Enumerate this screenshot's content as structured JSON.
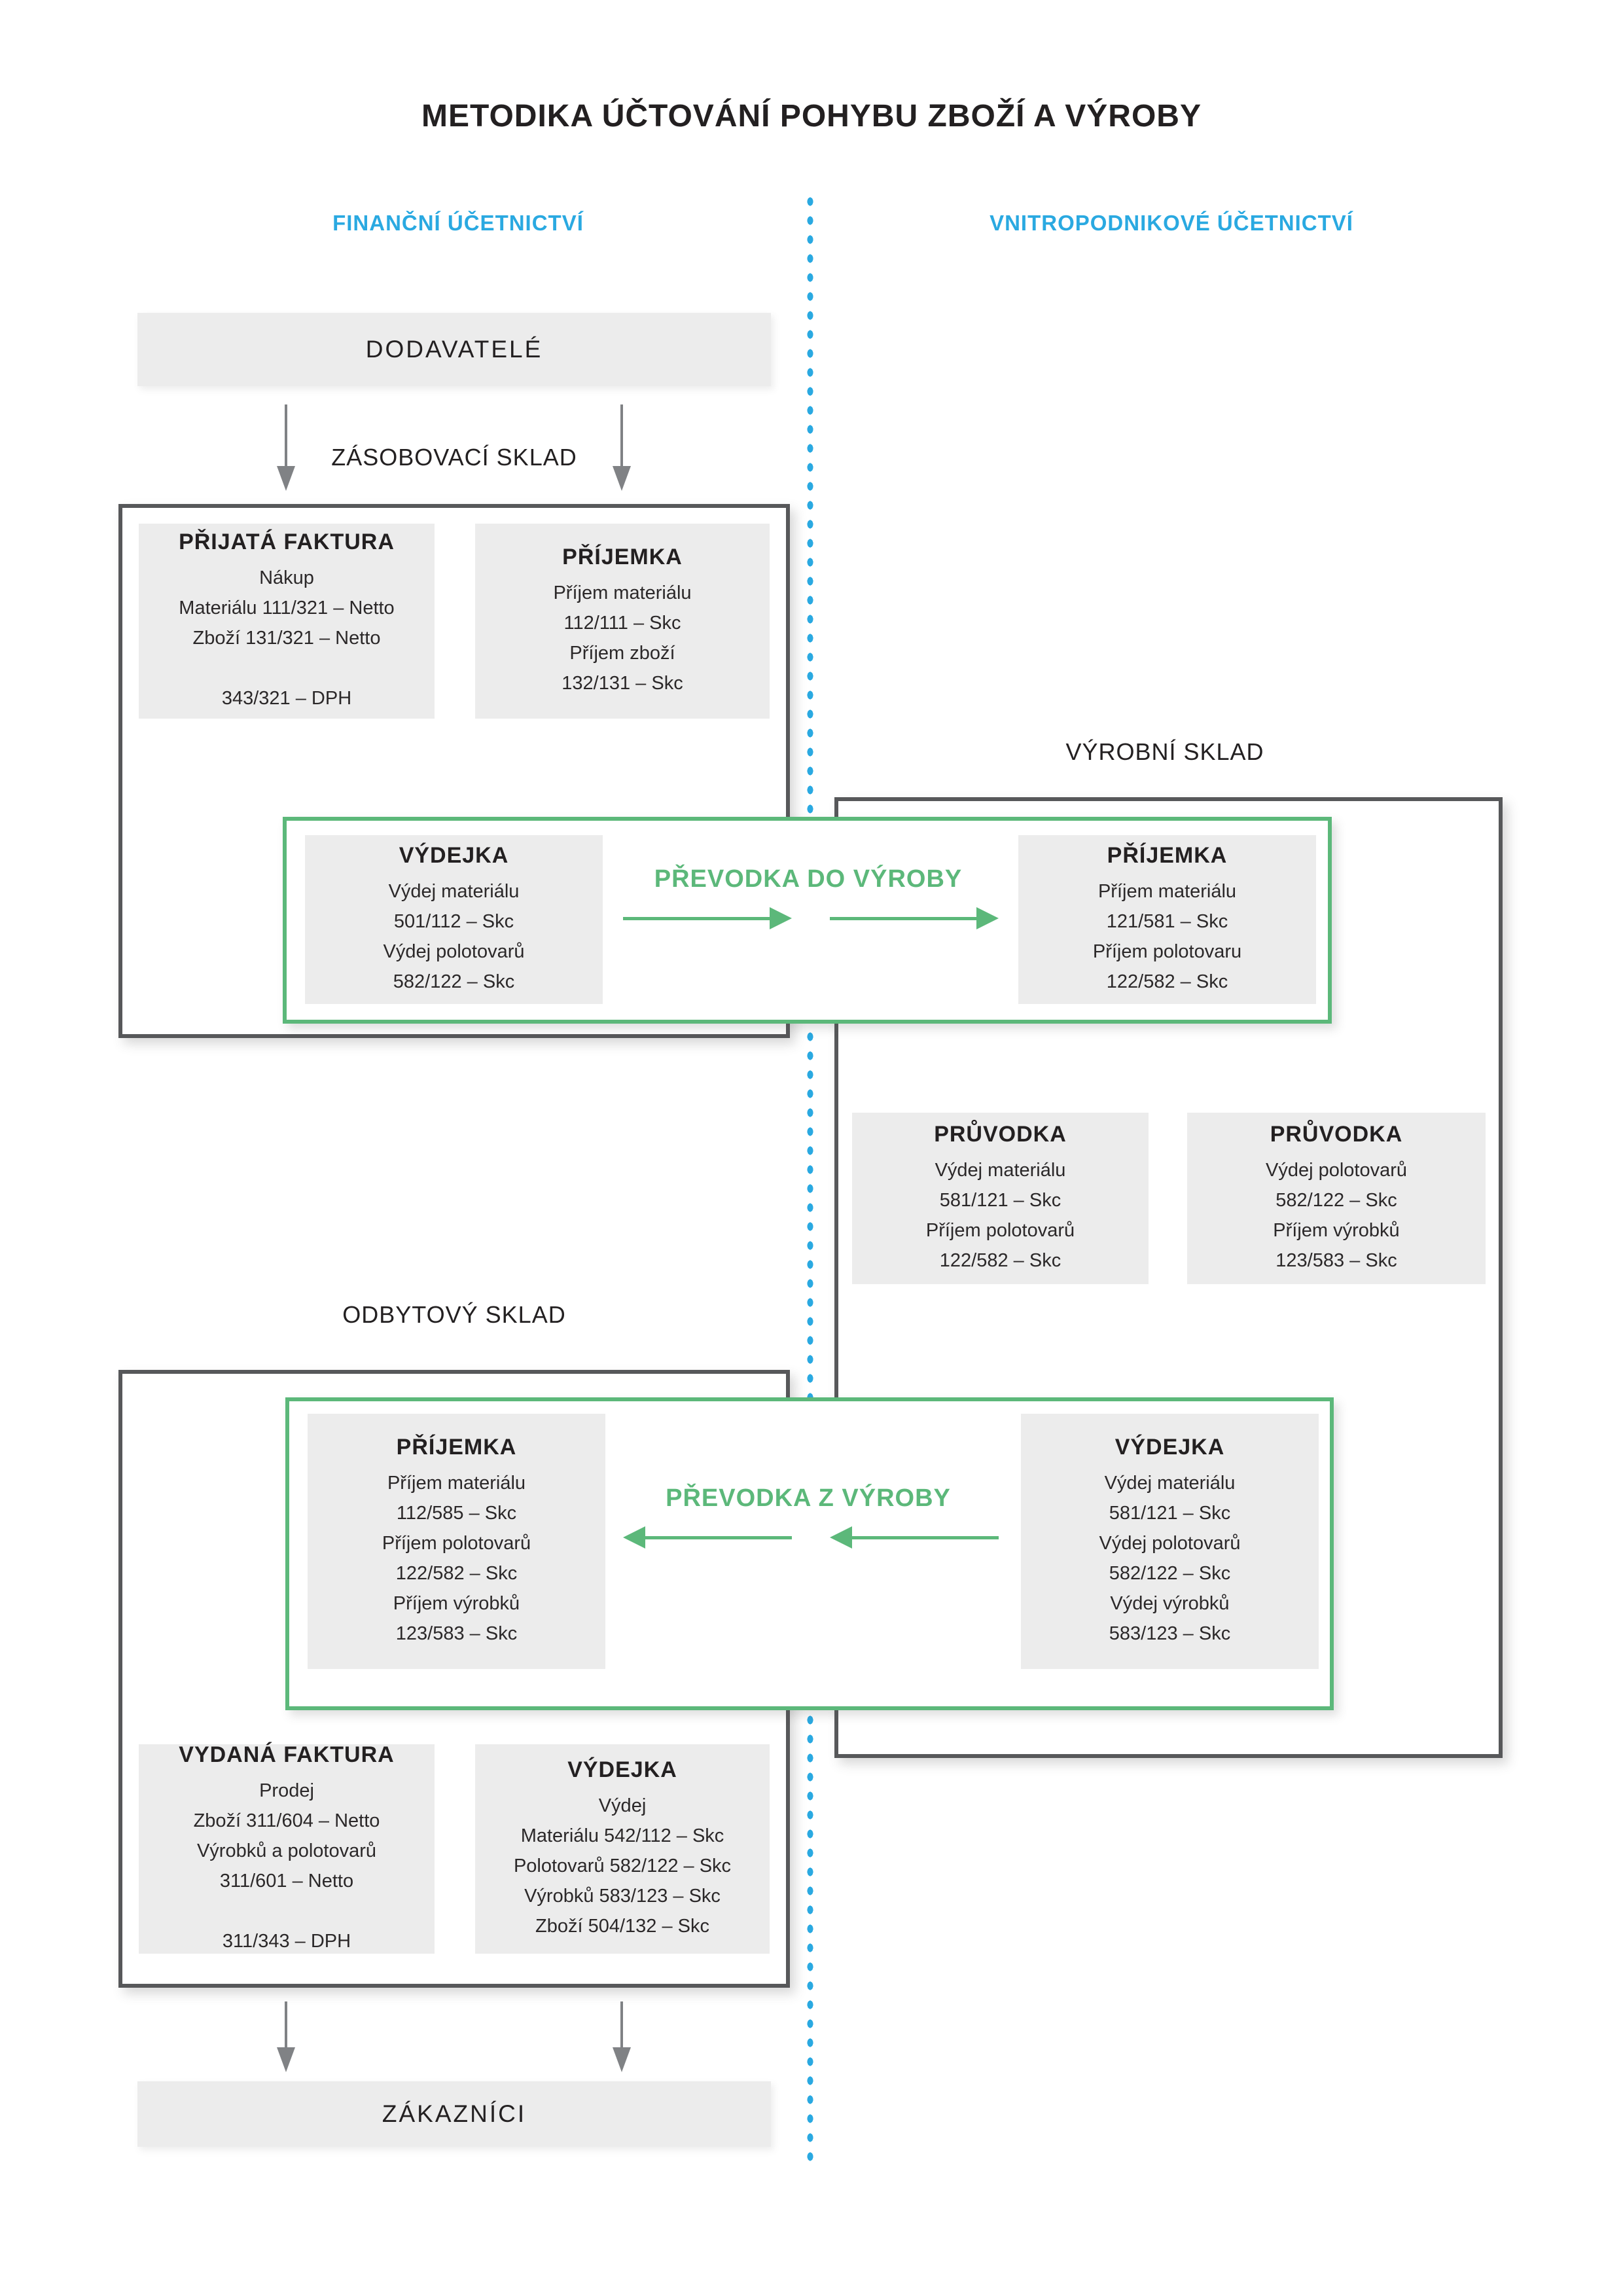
{
  "title": "METODIKA ÚČTOVÁNÍ POHYBU ZBOŽÍ A VÝROBY",
  "columns": {
    "left": "FINANČNÍ ÚČETNICTVÍ",
    "right": "VNITROPODNIKOVÉ ÚČETNICTVÍ"
  },
  "endpoints": {
    "suppliers": "DODAVATELÉ",
    "customers": "ZÁKAZNÍCI"
  },
  "zones": {
    "supply": "ZÁSOBOVACÍ SKLAD",
    "production": "VÝROBNÍ SKLAD",
    "sales": "ODBYTOVÝ SKLAD"
  },
  "transfers": {
    "to_production": "PŘEVODKA  DO VÝROBY",
    "from_production": "PŘEVODKA  Z VÝROBY"
  },
  "cards": {
    "prijata_faktura": {
      "title": "PŘIJATÁ FAKTURA",
      "lines": [
        "Nákup",
        "Materiálu 111/321 – Netto",
        "Zboží 131/321 – Netto",
        "",
        "343/321 – DPH"
      ]
    },
    "prijemka_zasobovaci": {
      "title": "PŘÍJEMKA",
      "lines": [
        "Příjem materiálu",
        "112/111 – Skc",
        "Příjem zboží",
        "132/131 – Skc"
      ]
    },
    "vydejka_do_vyroby": {
      "title": "VÝDEJKA",
      "lines": [
        "Výdej materiálu",
        "501/112 – Skc",
        "Výdej polotovarů",
        "582/122 – Skc"
      ]
    },
    "prijemka_vyrobni": {
      "title": "PŘÍJEMKA",
      "lines": [
        "Příjem materiálu",
        "121/581 – Skc",
        "Příjem polotovaru",
        "122/582 – Skc"
      ]
    },
    "pruvodka_1": {
      "title": "PRŮVODKA",
      "lines": [
        "Výdej materiálu",
        "581/121 – Skc",
        "Příjem polotovarů",
        "122/582 – Skc"
      ]
    },
    "pruvodka_2": {
      "title": "PRŮVODKA",
      "lines": [
        "Výdej polotovarů",
        "582/122 – Skc",
        "Příjem výrobků",
        "123/583 – Skc"
      ]
    },
    "prijemka_odbytovy": {
      "title": "PŘÍJEMKA",
      "lines": [
        "Příjem materiálu",
        "112/585 – Skc",
        "Příjem polotovarů",
        "122/582 – Skc",
        "Příjem výrobků",
        "123/583 – Skc"
      ]
    },
    "vydejka_z_vyroby": {
      "title": "VÝDEJKA",
      "lines": [
        "Výdej materiálu",
        "581/121 – Skc",
        "Výdej polotovarů",
        "582/122 – Skc",
        "Výdej výrobků",
        "583/123 – Skc"
      ]
    },
    "vydana_faktura": {
      "title": "VYDANÁ FAKTURA",
      "lines": [
        "Prodej",
        "Zboží 311/604 – Netto",
        "Výrobků a polotovarů",
        "311/601 – Netto",
        "",
        "311/343 – DPH"
      ]
    },
    "vydejka_zakaznici": {
      "title": "VÝDEJKA",
      "lines": [
        "Výdej",
        "Materiálu 542/112 – Skc",
        "Polotovarů 582/122 – Skc",
        "Výrobků 583/123 – Skc",
        "Zboží 504/132 – Skc"
      ]
    }
  },
  "colors": {
    "blue": "#2aa9e1",
    "green": "#5cb87a",
    "dark_border": "#57585a",
    "card_bg": "#ececec",
    "arrow_gray": "#808285",
    "text": "#232021"
  }
}
